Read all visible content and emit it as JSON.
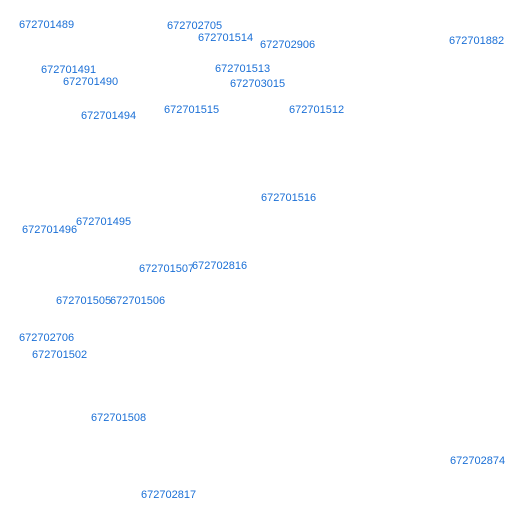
{
  "map": {
    "label_color": "#1a6fd6",
    "background_color": "#ffffff",
    "labels": [
      "672701489",
      "672702705",
      "672701514",
      "672702906",
      "672701882",
      "672701491",
      "672701513",
      "672701490",
      "672703015",
      "672701494",
      "672701515",
      "672701512",
      "672701516",
      "672701495",
      "672701496",
      "672702816",
      "672701507",
      "672701505",
      "672701506",
      "672702706",
      "672701502",
      "672701508",
      "672702874",
      "672702817"
    ]
  }
}
